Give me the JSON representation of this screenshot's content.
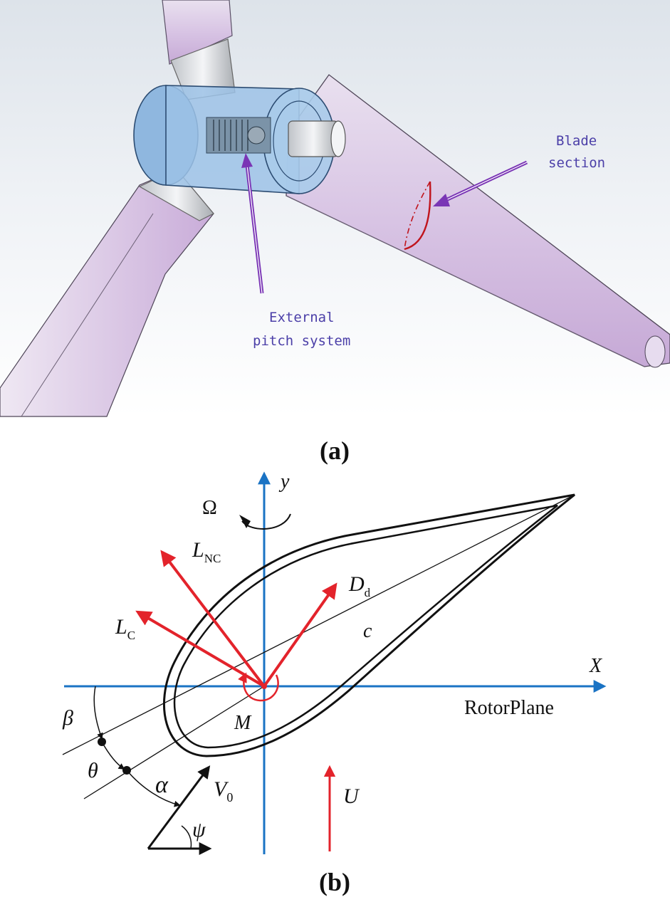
{
  "panel_a": {
    "caption": "(a)",
    "labels": {
      "blade_section_line1": "Blade",
      "blade_section_line2": "section",
      "pitch_line1": "External",
      "pitch_line2": "pitch system"
    },
    "colors": {
      "annotation_text": "#4b3fa8",
      "annotation_arrow": "#7a35b5",
      "blade_section_curve": "#c0151d",
      "blade_fill": "#d9c6e3",
      "hub_fill": "#9cc2e6"
    }
  },
  "panel_b": {
    "caption": "(b)",
    "labels": {
      "y_axis": "y",
      "x_axis": "X",
      "rotor_plane": "RotorPlane",
      "omega": "Ω",
      "L_NC": "L",
      "L_NC_sub": "NC",
      "L_C": "L",
      "L_C_sub": "C",
      "D_d": "D",
      "D_d_sub": "d",
      "chord": "c",
      "moment": "M",
      "beta": "β",
      "theta": "θ",
      "alpha": "α",
      "V0": "V",
      "V0_sub": "0",
      "psi": "ψ",
      "U": "U"
    },
    "colors": {
      "axis": "#1a73c4",
      "force": "#e3232b",
      "airfoil": "#111111"
    }
  }
}
